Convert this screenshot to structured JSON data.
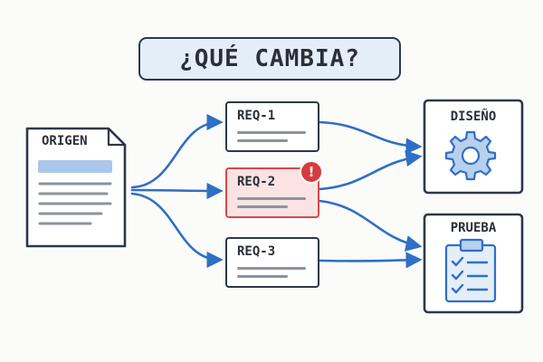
{
  "title": "¿QUÉ CAMBIA?",
  "source": {
    "label": "ORIGEN"
  },
  "requirements": [
    {
      "label": "REQ-1",
      "alert": false
    },
    {
      "label": "REQ-2",
      "alert": true
    },
    {
      "label": "REQ-3",
      "alert": false
    }
  ],
  "alert_badge": "!",
  "targets": {
    "design": {
      "label": "DISEÑO",
      "icon": "gear-icon"
    },
    "test": {
      "label": "PRUEBA",
      "icon": "clipboard-checklist-icon"
    }
  },
  "colors": {
    "arrow": "#2f6fc4",
    "alert": "#d9484c",
    "accent_light": "#e4eef8",
    "ink": "#2f3846"
  }
}
